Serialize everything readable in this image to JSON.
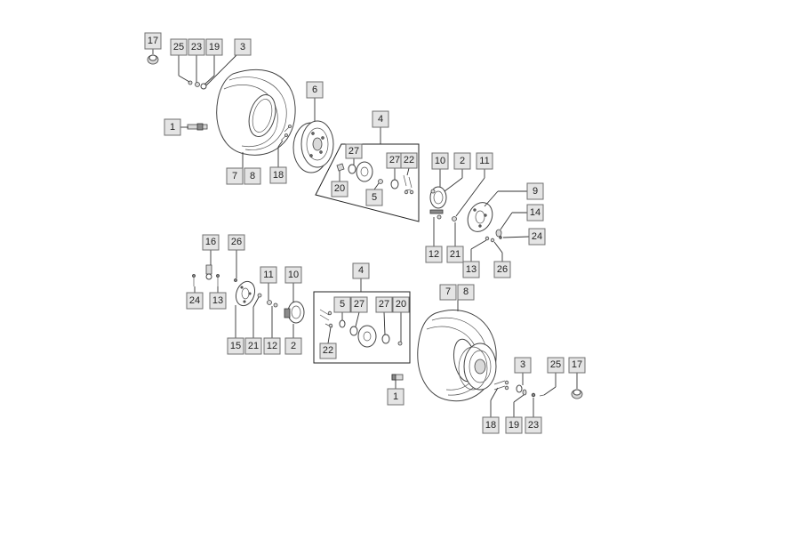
{
  "diagram": {
    "callouts": {
      "a17": "17",
      "a25": "25",
      "a23": "23",
      "a19": "19",
      "a3": "3",
      "a1": "1",
      "a7": "7",
      "a8": "8",
      "a18": "18",
      "a6": "6",
      "a4": "4",
      "a27a": "27",
      "a27b": "27",
      "a22": "22",
      "a20": "20",
      "a5": "5",
      "a10": "10",
      "a2": "2",
      "a11": "11",
      "a12": "12",
      "a21": "21",
      "a9": "9",
      "a14": "14",
      "a24": "24",
      "a13": "13",
      "a26": "26",
      "b16": "16",
      "b26": "26",
      "b24": "24",
      "b13": "13",
      "b11": "11",
      "b10": "10",
      "b15": "15",
      "b21": "21",
      "b12": "12",
      "b2": "2",
      "b4": "4",
      "b5": "5",
      "b27a": "27",
      "b27b": "27",
      "b20": "20",
      "b22": "22",
      "b7": "7",
      "b8": "8",
      "b1": "1",
      "b3": "3",
      "b25": "25",
      "b17": "17",
      "b18": "18",
      "b19": "19",
      "b23": "23"
    }
  }
}
